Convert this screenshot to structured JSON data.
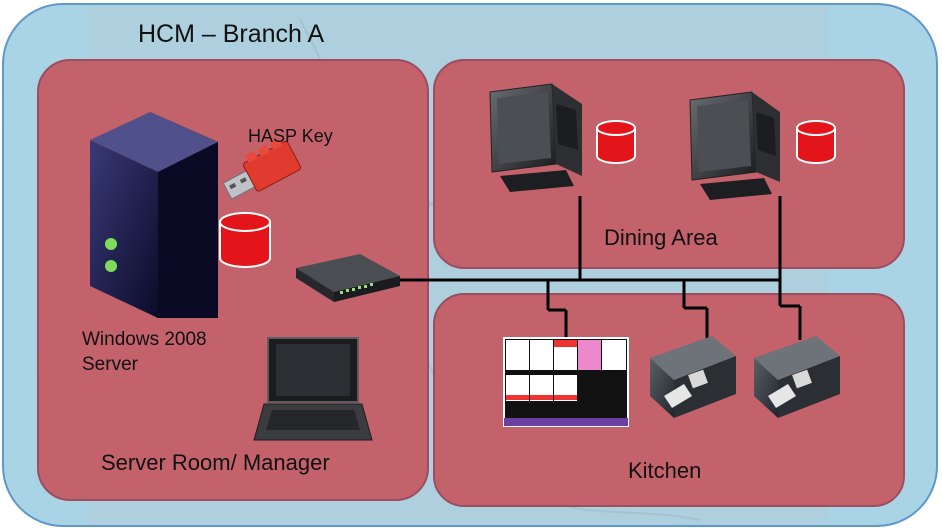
{
  "title": "HCM – Branch A",
  "zones": {
    "server_room": {
      "label": "Server Room/ Manager"
    },
    "dining_area": {
      "label": "Dining Area"
    },
    "kitchen": {
      "label": "Kitchen"
    }
  },
  "devices": {
    "hasp_key": {
      "label": "HASP Key"
    },
    "server": {
      "label_line1": "Windows 2008",
      "label_line2": "Server"
    }
  },
  "colors": {
    "outer_fill": "#a9d4e6",
    "outer_stroke": "#5f97c9",
    "zone_fill": "#c4626c",
    "zone_stroke": "#9b4d61",
    "database_red": "#e3151b",
    "network_line": "#000000"
  },
  "icons": [
    "server-tower-icon",
    "usb-dongle-icon",
    "database-icon",
    "network-switch-icon",
    "laptop-icon",
    "pos-terminal-icon",
    "kds-screen-icon",
    "receipt-printer-icon"
  ]
}
